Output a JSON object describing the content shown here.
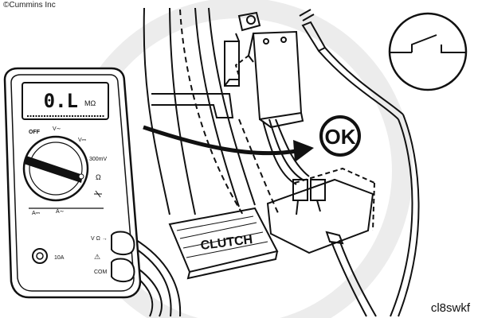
{
  "copyright": "©Cummins Inc",
  "figure_code": "cl8swkf",
  "meter": {
    "display_value": "0.L",
    "display_unit": "MΩ",
    "dial_off": "OFF",
    "dial_v_ac": "V∼",
    "dial_v_dc": "V⎓",
    "dial_mv": "300mV",
    "dial_ohm": "Ω",
    "dial_a_dc": "A⎓",
    "dial_a_ac": "A∼",
    "jack_10a": "10A",
    "jack_v_ohm": "V Ω →",
    "jack_warning": "⚠",
    "jack_com": "COM"
  },
  "pedal": {
    "label": "CLUTCH"
  },
  "status": {
    "label": "OK"
  },
  "colors": {
    "ink": "#111111",
    "paper": "#ffffff",
    "watermark": "#ececec"
  }
}
